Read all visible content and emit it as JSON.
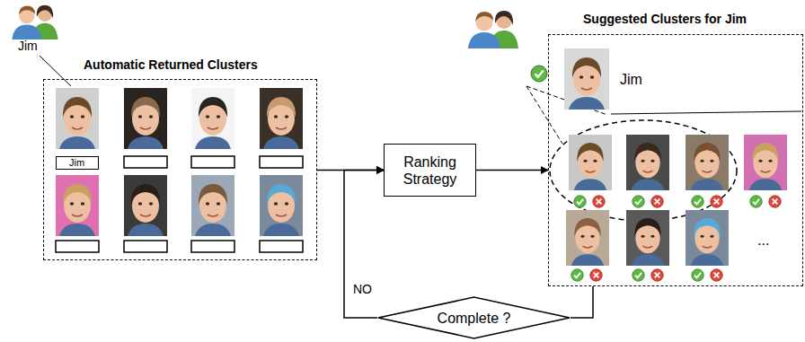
{
  "diagram": {
    "nodes": [
      {
        "text": [
          "Automatic Returned Clusters"
        ]
      },
      {
        "text": [
          "Jim"
        ],
        "in": 0
      },
      {
        "text": [
          "Ranking Strategy"
        ]
      },
      {
        "text": [
          "Suggested Clusters for Jim",
          "Jim",
          "..."
        ]
      },
      {
        "text": [
          "Complete ?"
        ]
      }
    ],
    "edges": [
      {
        "from": 0,
        "to": 2,
        "arrow": "to"
      },
      {
        "from": 2,
        "to": 3,
        "arrow": "to"
      },
      {
        "from": 3,
        "to": 4,
        "arrow": "none"
      },
      {
        "from": 4,
        "to": 2,
        "arrow": "to",
        "label": "NO"
      }
    ],
    "labels": [
      "Jim"
    ]
  }
}
